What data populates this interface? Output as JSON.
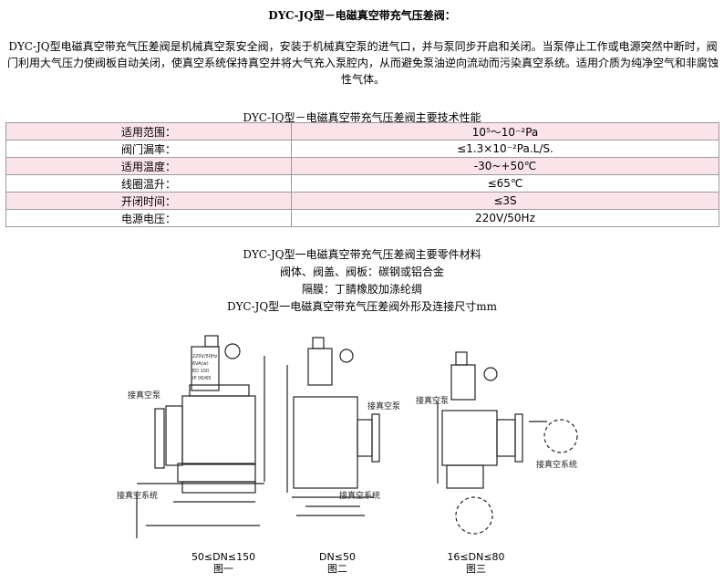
{
  "title": "DYC-JQ型－电磁真空带充气压差阀：",
  "intro": "DYC-JQ型电磁真空带充气压差阀是机械真空泵安全阀，安装于机械真空泵的进气口，并与泵同步开启和关闭。当泵停止工作或电源突然中断时，阀门利用大气压力使阀板自动关闭，使真空系统保持真空并将大气充入泵腔内，从而避免泵油逆向流动而污染真空系统。适用介质为纯净空气和非腐蚀性气体。",
  "table_title": "DYC-JQ型－电磁真空带充气压差阀主要技术性能",
  "specs": [
    {
      "label": "适用范围：",
      "value": "10⁵～10⁻²Pa"
    },
    {
      "label": "阀门漏率：",
      "value": "≤1.3×10⁻²Pa.L/S."
    },
    {
      "label": "适用温度：",
      "value": "-30~+50℃"
    },
    {
      "label": "线圈温升：",
      "value": "≤65℃"
    },
    {
      "label": "开闭时间：",
      "value": "≤3S"
    },
    {
      "label": "电源电压：",
      "value": "220V/50Hz"
    }
  ],
  "parts": {
    "line1": "DYC-JQ型一电磁真空带充气压差阀主要零件材料",
    "line2": "阀体、阀盖、阀板：碳钢或铝合金",
    "line3": "隔膜：丁腈橡胶加涤纶绸",
    "line4": "DYC-JQ型一电磁真空带充气压差阀外形及连接尺寸mm"
  },
  "figures": [
    {
      "range": "50≤DN≤150",
      "name": "图一",
      "label_system": "接真空系统",
      "label_pump": "接真空泵"
    },
    {
      "range": "DN≤50",
      "name": "图二",
      "label_system": "接真空系统",
      "label_pump": "接真空泵"
    },
    {
      "range": "16≤DN≤80",
      "name": "图三",
      "label_system": "接真空系统",
      "label_pump": "接真空泵"
    }
  ],
  "coil_text": [
    "220V/50Hz",
    "6VA(w)",
    "ED 100",
    "IP 00/65"
  ]
}
